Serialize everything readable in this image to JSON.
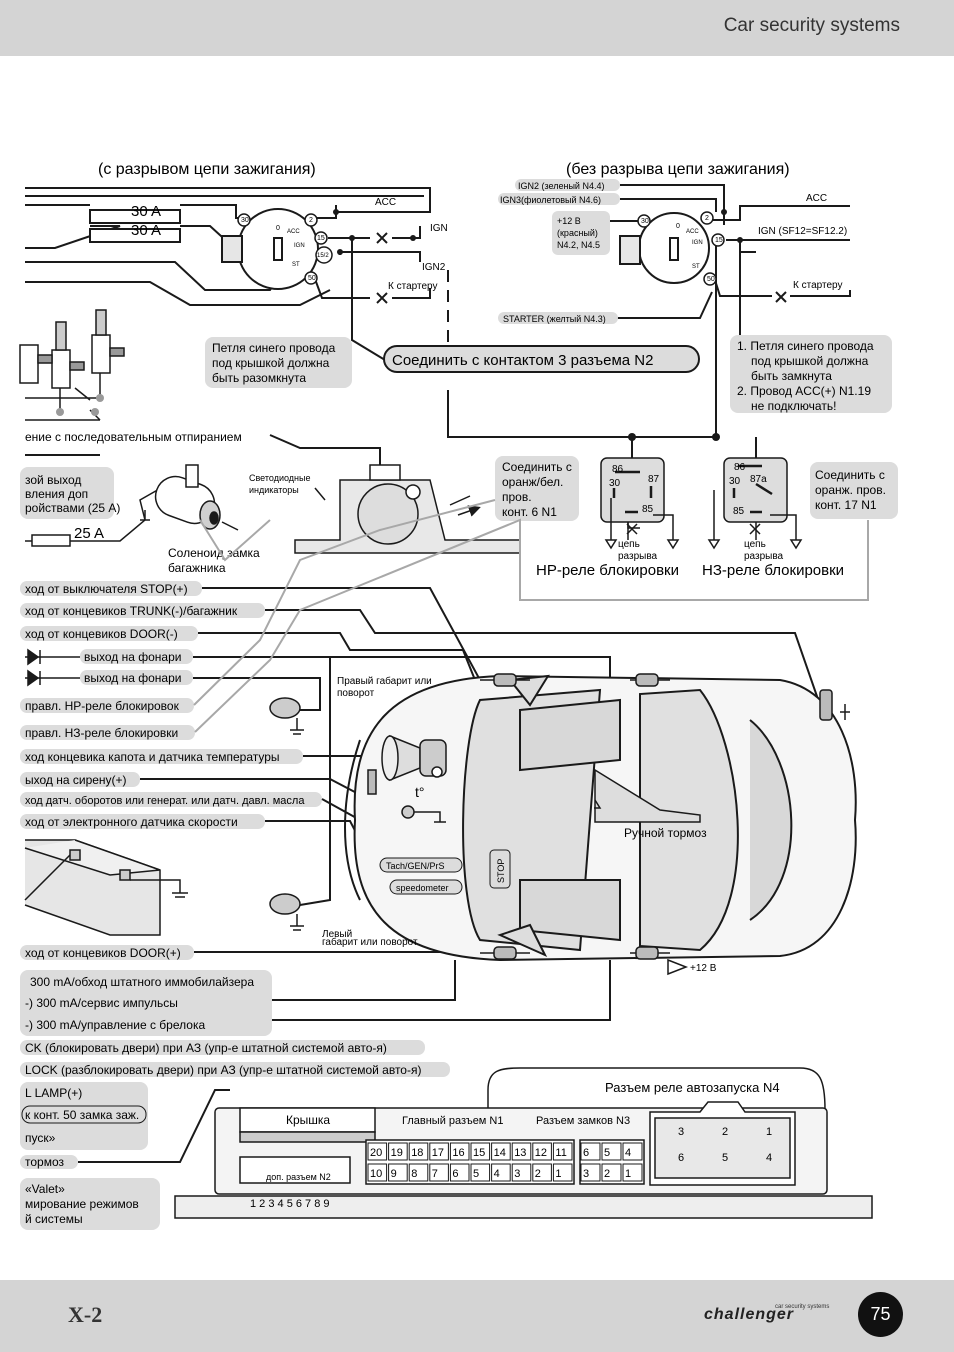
{
  "header": {
    "title": "Car security systems"
  },
  "footer": {
    "model": "X-2",
    "brand": "challenger",
    "tagline": "car security systems",
    "page": "75"
  },
  "colors": {
    "band": "#d4d4d4",
    "label_bg": "#dcdcdc",
    "wire": "#1a1a1a",
    "gray_wire": "#a8a8a8"
  },
  "left_section": {
    "heading": "(с разрывом цепи зажигания)",
    "fuse1": "30 A",
    "fuse2": "30 A",
    "fuse3": "25 A",
    "acc": "ACC",
    "ign": "IGN",
    "ign2": "IGN2",
    "starter": "К стартеру",
    "loop_note": [
      "Петля синего провода",
      "под крышкой должна",
      "быть разомкнута"
    ],
    "serial_note": "ение с последовательным отпиранием",
    "aux_out": [
      "зой выход",
      "вления доп",
      "ройствами (25 A)"
    ],
    "solenoid": [
      "Соленоид замка",
      "багажника"
    ],
    "leds": [
      "Светодиодные",
      "индикаторы"
    ]
  },
  "right_section": {
    "heading": "(без разрыва цепи зажигания)",
    "ign2_label": "IGN2 (зеленый N4.4)",
    "ign3_label": "IGN3(фиолетовый N4.6)",
    "plus12": [
      "+12 B",
      "(красный)",
      "N4.2, N4.5"
    ],
    "acc": "ACC",
    "ign": "IGN (SF12=SF12.2)",
    "starter": "К стартеру",
    "starter_label": "STARTER (желтый N4.3)",
    "connect_n2": "Соединить с контактом 3 разъема N2",
    "notes": [
      "1. Петля синего провода",
      "под крышкой должна",
      "быть замкнута",
      "2. Провод ACC(+) N1.19",
      "не подключать!"
    ]
  },
  "switch": {
    "pin30": "30",
    "pin2": "2",
    "pin15": "15",
    "pin152": "15/2",
    "pin50": "50",
    "zero": "0",
    "acc": "ACC",
    "ign": "IGN",
    "st": "ST"
  },
  "relays": {
    "nr_connect": [
      "Соединить с",
      "оранж/бел.",
      "пров.",
      "конт. 6 N1"
    ],
    "nz_connect": [
      "Соединить с",
      "оранж. пров.",
      "конт. 17 N1"
    ],
    "nr_title": "НР-реле блокировки",
    "nz_title": "НЗ-реле блокировки",
    "break_label": [
      "цепь",
      "разрыва"
    ],
    "pin86": "86",
    "pin30": "30",
    "pin87": "87",
    "pin87a": "87a",
    "pin85": "85"
  },
  "wire_labels": [
    "ход от выключателя STOP(+)",
    "ход от концевиков TRUNK(-)/багажник",
    "ход от концевиков DOOR(-)",
    "выход на фонари",
    "выход на фонари",
    "правл. НР-реле блокировок",
    "правл. НЗ-реле блокировки",
    "ход концевика капота и датчика температуры",
    "ыход на сирену(+)",
    "ход датч. оборотов или генерат. или датч. давл. масла",
    "ход от электронного датчика скорости",
    "ход от концевиков DOOR(+)"
  ],
  "bottom_labels": [
    "300 mA/обход штатного иммобилайзера",
    "-)  300 mA/сервис импульсы",
    "-)  300 mA/управление с брелока",
    "CK (блокировать двери) при АЗ (упр-е штатной системой авто-я)",
    "LOCK (разблокировать двери) при АЗ (упр-е штатной системой авто-я)",
    "L LAMP(+)",
    "к конт. 50 замка заж.",
    "пуск»",
    "тормоз",
    "«Valet»",
    "мирование режимов",
    "й системы"
  ],
  "car": {
    "right_light": [
      "Правый габарит или",
      "поворот"
    ],
    "left_light": [
      "Левый",
      "габарит или поворот"
    ],
    "handbrake": "Ручной тормоз",
    "stop": "STOP",
    "tach": "Tach/GEN/PrS",
    "speedometer": "speedometer",
    "temp": "t°",
    "plus12": "+12 B"
  },
  "unit": {
    "n4_title": "Разъем реле автозапуска N4",
    "cover": "Крышка",
    "n1_title": "Главный разъем N1",
    "n3_title": "Разъем замков N3",
    "n2_label": "доп. разъем N2",
    "n2_pins": "1 2 3 4 5  6 7 8 9",
    "n1_top": [
      "20",
      "19",
      "18",
      "17",
      "16",
      "15",
      "14",
      "13",
      "12",
      "11"
    ],
    "n1_bottom": [
      "10",
      "9",
      "8",
      "7",
      "6",
      "5",
      "4",
      "3",
      "2",
      "1"
    ],
    "n3_top": [
      "6",
      "5",
      "4"
    ],
    "n3_bottom": [
      "3",
      "2",
      "1"
    ],
    "n4_top": [
      "3",
      "2",
      "1"
    ],
    "n4_bottom": [
      "6",
      "5",
      "4"
    ]
  }
}
